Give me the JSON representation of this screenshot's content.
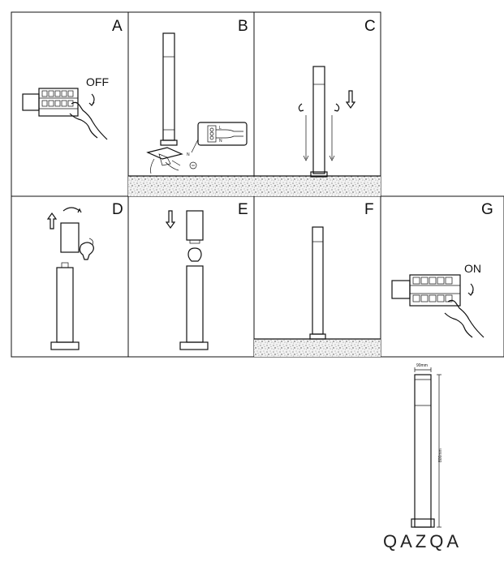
{
  "steps": {
    "a": {
      "letter": "A",
      "word": "OFF"
    },
    "b": {
      "letter": "B",
      "labels": [
        "L",
        "N",
        "N"
      ]
    },
    "c": {
      "letter": "C"
    },
    "d": {
      "letter": "D"
    },
    "e": {
      "letter": "E"
    },
    "f": {
      "letter": "F"
    },
    "g": {
      "letter": "G",
      "word": "ON"
    }
  },
  "dimensions": {
    "width": "90mm",
    "height": "800mm"
  },
  "brand": "QAZQA",
  "colors": {
    "line": "#111111",
    "ground": "#d9d9d9"
  }
}
